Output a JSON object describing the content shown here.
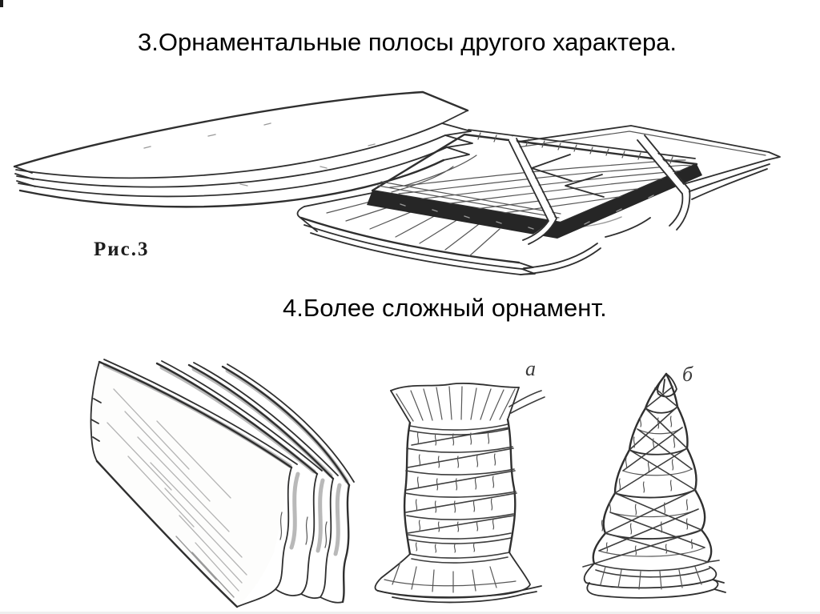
{
  "page": {
    "background_color": "#ffffff",
    "ink_color": "#2f2f2f",
    "text_color": "#000000"
  },
  "headings": {
    "section3": "3.Орнаментальные полосы другого характера.",
    "section4": "4.Более сложный орнамент."
  },
  "figures": {
    "fig3_caption": "Рис.3",
    "label_a": "а",
    "label_b": "б",
    "top_left": "stack-of-folded-fabric-sheets",
    "top_right": "fabric-bundle-clamped-with-grained-wood-plank-and-cord-bindings",
    "bottom_left": "accordion-folded-fabric",
    "bottom_middle": "fabric-column-wrapped-with-cord",
    "bottom_right": "fabric-cone-wrapped-with-criss-cross-cord"
  }
}
